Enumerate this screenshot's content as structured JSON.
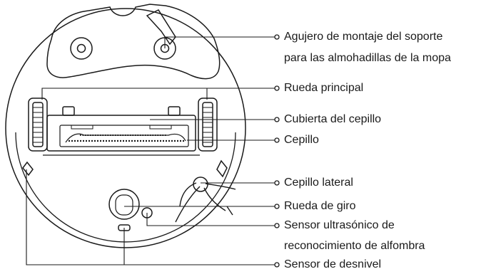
{
  "labels": {
    "mop_mount_line1": "Agujero de montaje del soporte",
    "mop_mount_line2": "para las almohadillas de la mopa",
    "main_wheel": "Rueda principal",
    "brush_cover": "Cubierta del cepillo",
    "brush": "Cepillo",
    "side_brush": "Cepillo lateral",
    "caster_wheel": "Rueda de giro",
    "ultrasonic_line1": "Sensor ultrasónico de",
    "ultrasonic_line2": "reconocimiento de alfombra",
    "cliff_sensor": "Sensor de desnivel"
  },
  "colors": {
    "stroke": "#1a1a1a",
    "background": "#ffffff"
  }
}
